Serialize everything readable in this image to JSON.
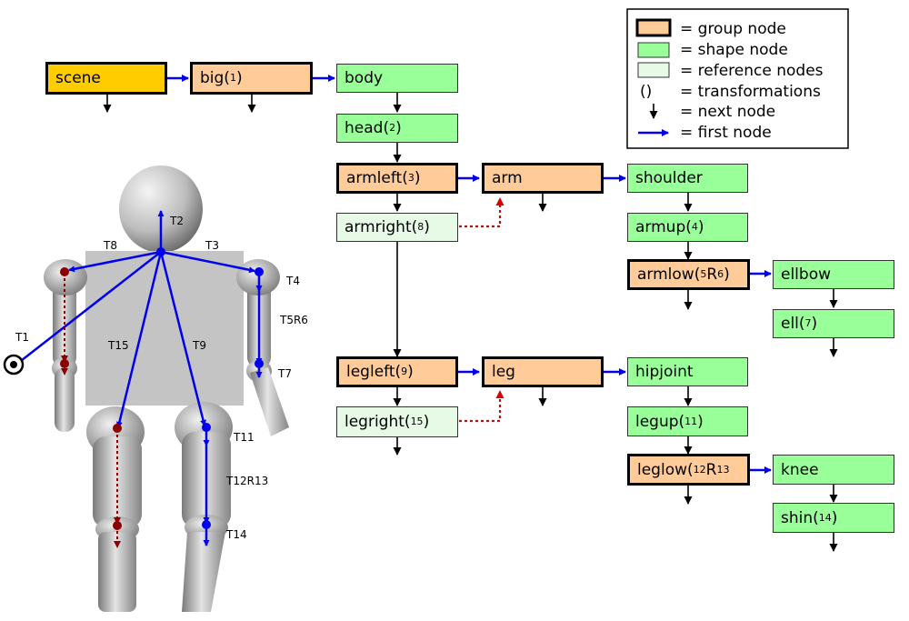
{
  "colors": {
    "root_fill": "#ffcc00",
    "group_fill": "#ffcc99",
    "shape_fill": "#99ff99",
    "reference_fill": "#e6fae6",
    "first_arrow": "#0000ee",
    "next_arrow": "#000000",
    "reference_arrow": "#dd0000",
    "body_grey": "#c4c4c4",
    "joint_red": "#8b0000"
  },
  "legend": {
    "group": "= group node",
    "shape": "= shape node",
    "reference": "= reference nodes",
    "transform_symbol": "()",
    "transform": "= transformations",
    "next": "= next node",
    "first": "= first node"
  },
  "nodes": {
    "scene": {
      "label": "scene"
    },
    "big": {
      "label": "big(",
      "sub": "1",
      "close": ")"
    },
    "body": {
      "label": "body"
    },
    "head": {
      "label": "head(",
      "sub": "2",
      "close": ")"
    },
    "armleft": {
      "label": "armleft(",
      "sub": "3",
      "close": ")"
    },
    "arm": {
      "label": "arm"
    },
    "shoulder": {
      "label": "shoulder"
    },
    "armright": {
      "label": "armright(",
      "sub": "8",
      "close": ")"
    },
    "armup": {
      "label": "armup(",
      "sub": "4",
      "close": ")"
    },
    "armlow": {
      "label": "armlow(",
      "sub": "5",
      "mid": "R",
      "sub2": "6",
      "close": ")"
    },
    "ellbow": {
      "label": "ellbow"
    },
    "ell": {
      "label": "ell(",
      "sub": "7",
      "close": ")"
    },
    "legleft": {
      "label": "legleft(",
      "sub": "9",
      "close": ")"
    },
    "leg": {
      "label": "leg"
    },
    "hipjoint": {
      "label": "hipjoint"
    },
    "legright": {
      "label": "legright(",
      "sub": "15",
      "close": ")"
    },
    "legup": {
      "label": "legup(",
      "sub": "11",
      "close": ")"
    },
    "leglow": {
      "label": "leglow(",
      "sub": "12",
      "mid": "R",
      "sub2": "13",
      "close": ""
    },
    "knee": {
      "label": "knee"
    },
    "shin": {
      "label": "shin(",
      "sub": "14",
      "close": ")"
    }
  },
  "figure_labels": {
    "t1": "T1",
    "t2": "T2",
    "t3": "T3",
    "t4": "T4",
    "t5r6": "T5R6",
    "t7": "T7",
    "t8": "T8",
    "t9": "T9",
    "t11": "T11",
    "t12r13": "T12R13",
    "t14": "T14",
    "t15": "T15"
  }
}
